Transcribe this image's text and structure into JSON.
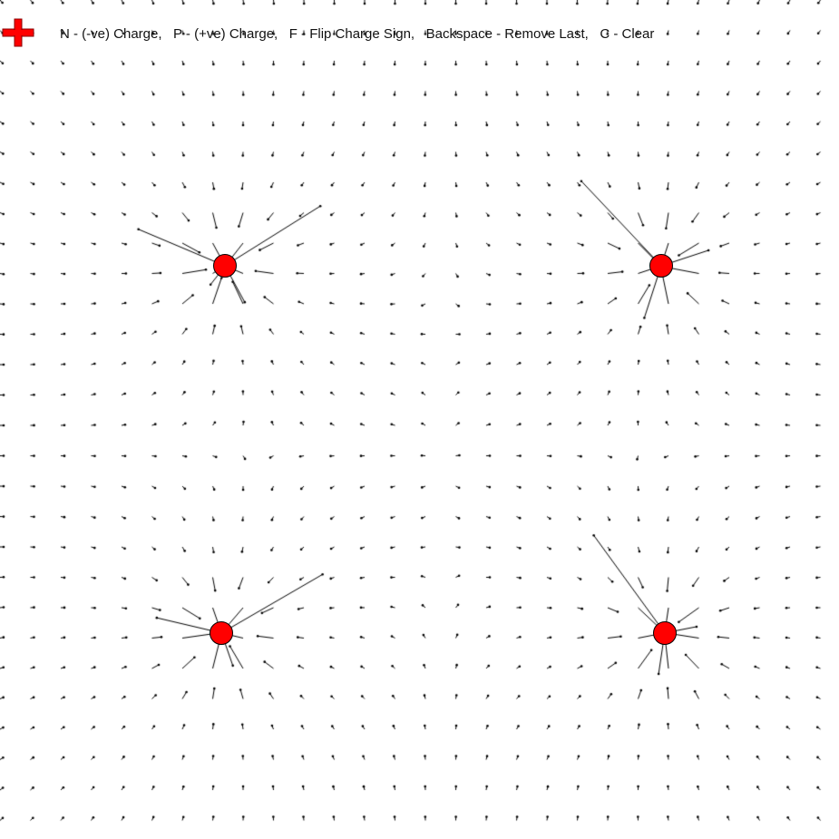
{
  "toolbar": {
    "mode_icon": "plus-icon",
    "instructions": "N - (-ve) Charge,   P - (+ve) Charge,   F - Flip Charge Sign,   Backspace - Remove Last,   C - Clear"
  },
  "colors": {
    "charge_fill": "#ff0000",
    "charge_outline": "#000000",
    "vector_stroke": "#000000",
    "background": "#ffffff",
    "mode_icon_fill": "#ff0000"
  },
  "charges": [
    {
      "sign": "positive"
    },
    {
      "sign": "positive"
    },
    {
      "sign": "positive"
    },
    {
      "sign": "positive"
    }
  ]
}
